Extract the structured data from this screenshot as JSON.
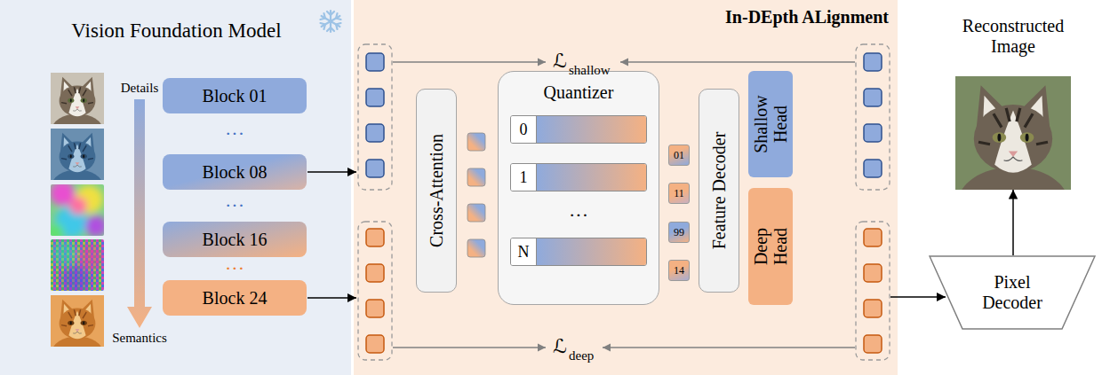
{
  "diagram": {
    "nodes": [
      {
        "text": [
          "Vision Foundation Model"
        ]
      },
      {
        "text": [
          "Block 01"
        ],
        "in": 0
      },
      {
        "text": [
          "Block 08"
        ],
        "in": 0
      },
      {
        "text": [
          "Block 16"
        ],
        "in": 0
      },
      {
        "text": [
          "Block 24"
        ],
        "in": 0
      },
      {
        "text": [
          "In-DEpth ALignment"
        ]
      },
      {
        "text": [
          "Cross-Attention"
        ],
        "in": 5
      },
      {
        "text": [
          "Quantizer"
        ],
        "in": 5
      },
      {
        "text": [
          "0"
        ],
        "in": 7
      },
      {
        "text": [
          "1"
        ],
        "in": 7
      },
      {
        "text": [
          "N"
        ],
        "in": 7
      },
      {
        "text": [
          "01"
        ],
        "in": 5
      },
      {
        "text": [
          "11"
        ],
        "in": 5
      },
      {
        "text": [
          "99"
        ],
        "in": 5
      },
      {
        "text": [
          "14"
        ],
        "in": 5
      },
      {
        "text": [
          "Feature Decoder"
        ],
        "in": 5
      },
      {
        "text": [
          "Shallow Head"
        ],
        "in": 5
      },
      {
        "text": [
          "Deep Head"
        ],
        "in": 5
      },
      {
        "text": [
          "Reconstructed Image"
        ]
      },
      {
        "text": [
          "Pixel Decoder"
        ]
      }
    ],
    "edges": [
      {
        "from": 19,
        "to": 18,
        "arrow": "to"
      }
    ],
    "labels": [
      "Details",
      "Semantics",
      "···",
      "···",
      "···",
      "ℒ",
      "shallow",
      "ℒ",
      "deep",
      "···"
    ]
  }
}
